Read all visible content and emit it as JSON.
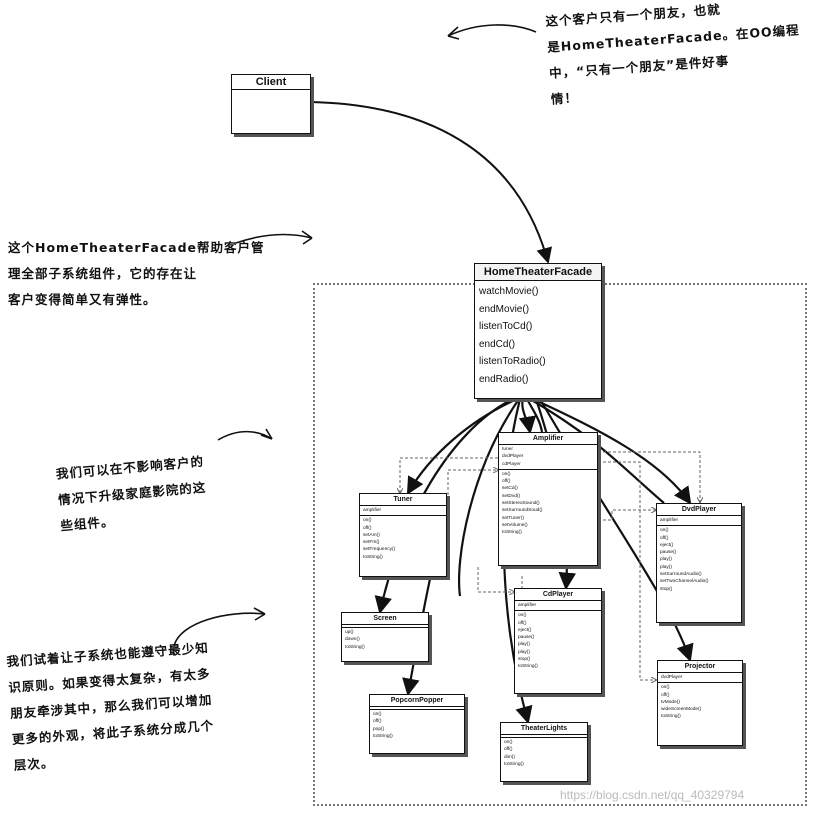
{
  "notes": {
    "top_right": [
      "这个客户只有一个朋友，也就",
      "是HomeTheaterFacade。在OO编程",
      "中，“只有一个朋友”是件好事",
      "情！"
    ],
    "left_facade": [
      "这个HomeTheaterFacade帮助客户管",
      "理全部子系统组件，它的存在让",
      "客户变得简单又有弹性。"
    ],
    "left_upgrade": [
      "我们可以在不影响客户的",
      "情况下升级家庭影院的这",
      "些组件。"
    ],
    "left_principle": [
      "我们试着让子系统也能遵守最少知",
      "识原则。如果变得太复杂，有太多",
      "朋友牵涉其中，那么我们可以增加",
      "更多的外观，将此子系统分成几个",
      "层次。"
    ]
  },
  "client": {
    "name": "Client"
  },
  "facade": {
    "name": "HomeTheaterFacade",
    "methods": [
      "watchMovie()",
      "endMovie()",
      "listenToCd()",
      "endCd()",
      "listenToRadio()",
      "endRadio()"
    ]
  },
  "components": {
    "amplifier": {
      "name": "Amplifier",
      "fields": [
        "tuner",
        "dvdPlayer",
        "cdPlayer"
      ],
      "methods": [
        "on()",
        "off()",
        "setCd()",
        "setDvd()",
        "setStereoSound()",
        "setSurroundSoud()",
        "setTuner()",
        "setVolume()",
        "toString()"
      ]
    },
    "tuner": {
      "name": "Tuner",
      "fields": [
        "amplifier"
      ],
      "methods": [
        "on()",
        "off()",
        "setAm()",
        "setFm()",
        "setFrequency()",
        "toString()"
      ]
    },
    "dvdplayer": {
      "name": "DvdPlayer",
      "fields": [
        "amplifier"
      ],
      "methods": [
        "on()",
        "off()",
        "eject()",
        "pause()",
        "play()",
        "play()",
        "setSurroundAudio()",
        "setTwoChannelAudio()",
        "stop()"
      ]
    },
    "cdplayer": {
      "name": "CdPlayer",
      "fields": [
        "amplifier"
      ],
      "methods": [
        "on()",
        "off()",
        "eject()",
        "pause()",
        "play()",
        "play()",
        "stop()",
        "toString()"
      ]
    },
    "screen": {
      "name": "Screen",
      "methods": [
        "up()",
        "down()",
        "toString()"
      ]
    },
    "projector": {
      "name": "Projector",
      "fields": [
        "dvdPlayer"
      ],
      "methods": [
        "on()",
        "off()",
        "tvMode()",
        "wideScreenMode()",
        "toString()"
      ]
    },
    "popcorn": {
      "name": "PopcornPopper",
      "methods": [
        "on()",
        "off()",
        "pop()",
        "toString()"
      ]
    },
    "lights": {
      "name": "TheaterLights",
      "methods": [
        "on()",
        "off()",
        "dim()",
        "toString()"
      ]
    }
  },
  "watermark": "https://blog.csdn.net/qq_40329794"
}
